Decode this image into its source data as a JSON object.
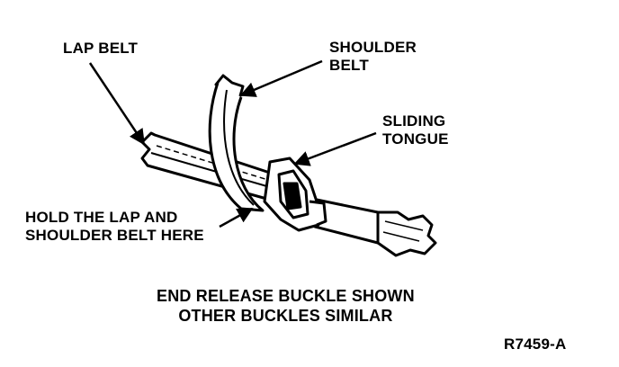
{
  "labels": {
    "lap_belt": "LAP BELT",
    "shoulder_belt": [
      "SHOULDER",
      "BELT"
    ],
    "sliding_tongue": [
      "SLIDING",
      "TONGUE"
    ],
    "hold_instruction": [
      "HOLD THE LAP AND",
      "SHOULDER BELT HERE"
    ]
  },
  "caption": [
    "END RELEASE BUCKLE SHOWN",
    "OTHER BUCKLES SIMILAR"
  ],
  "figure_code": "R7459-A",
  "colors": {
    "ink": "#000000",
    "background": "#ffffff"
  }
}
